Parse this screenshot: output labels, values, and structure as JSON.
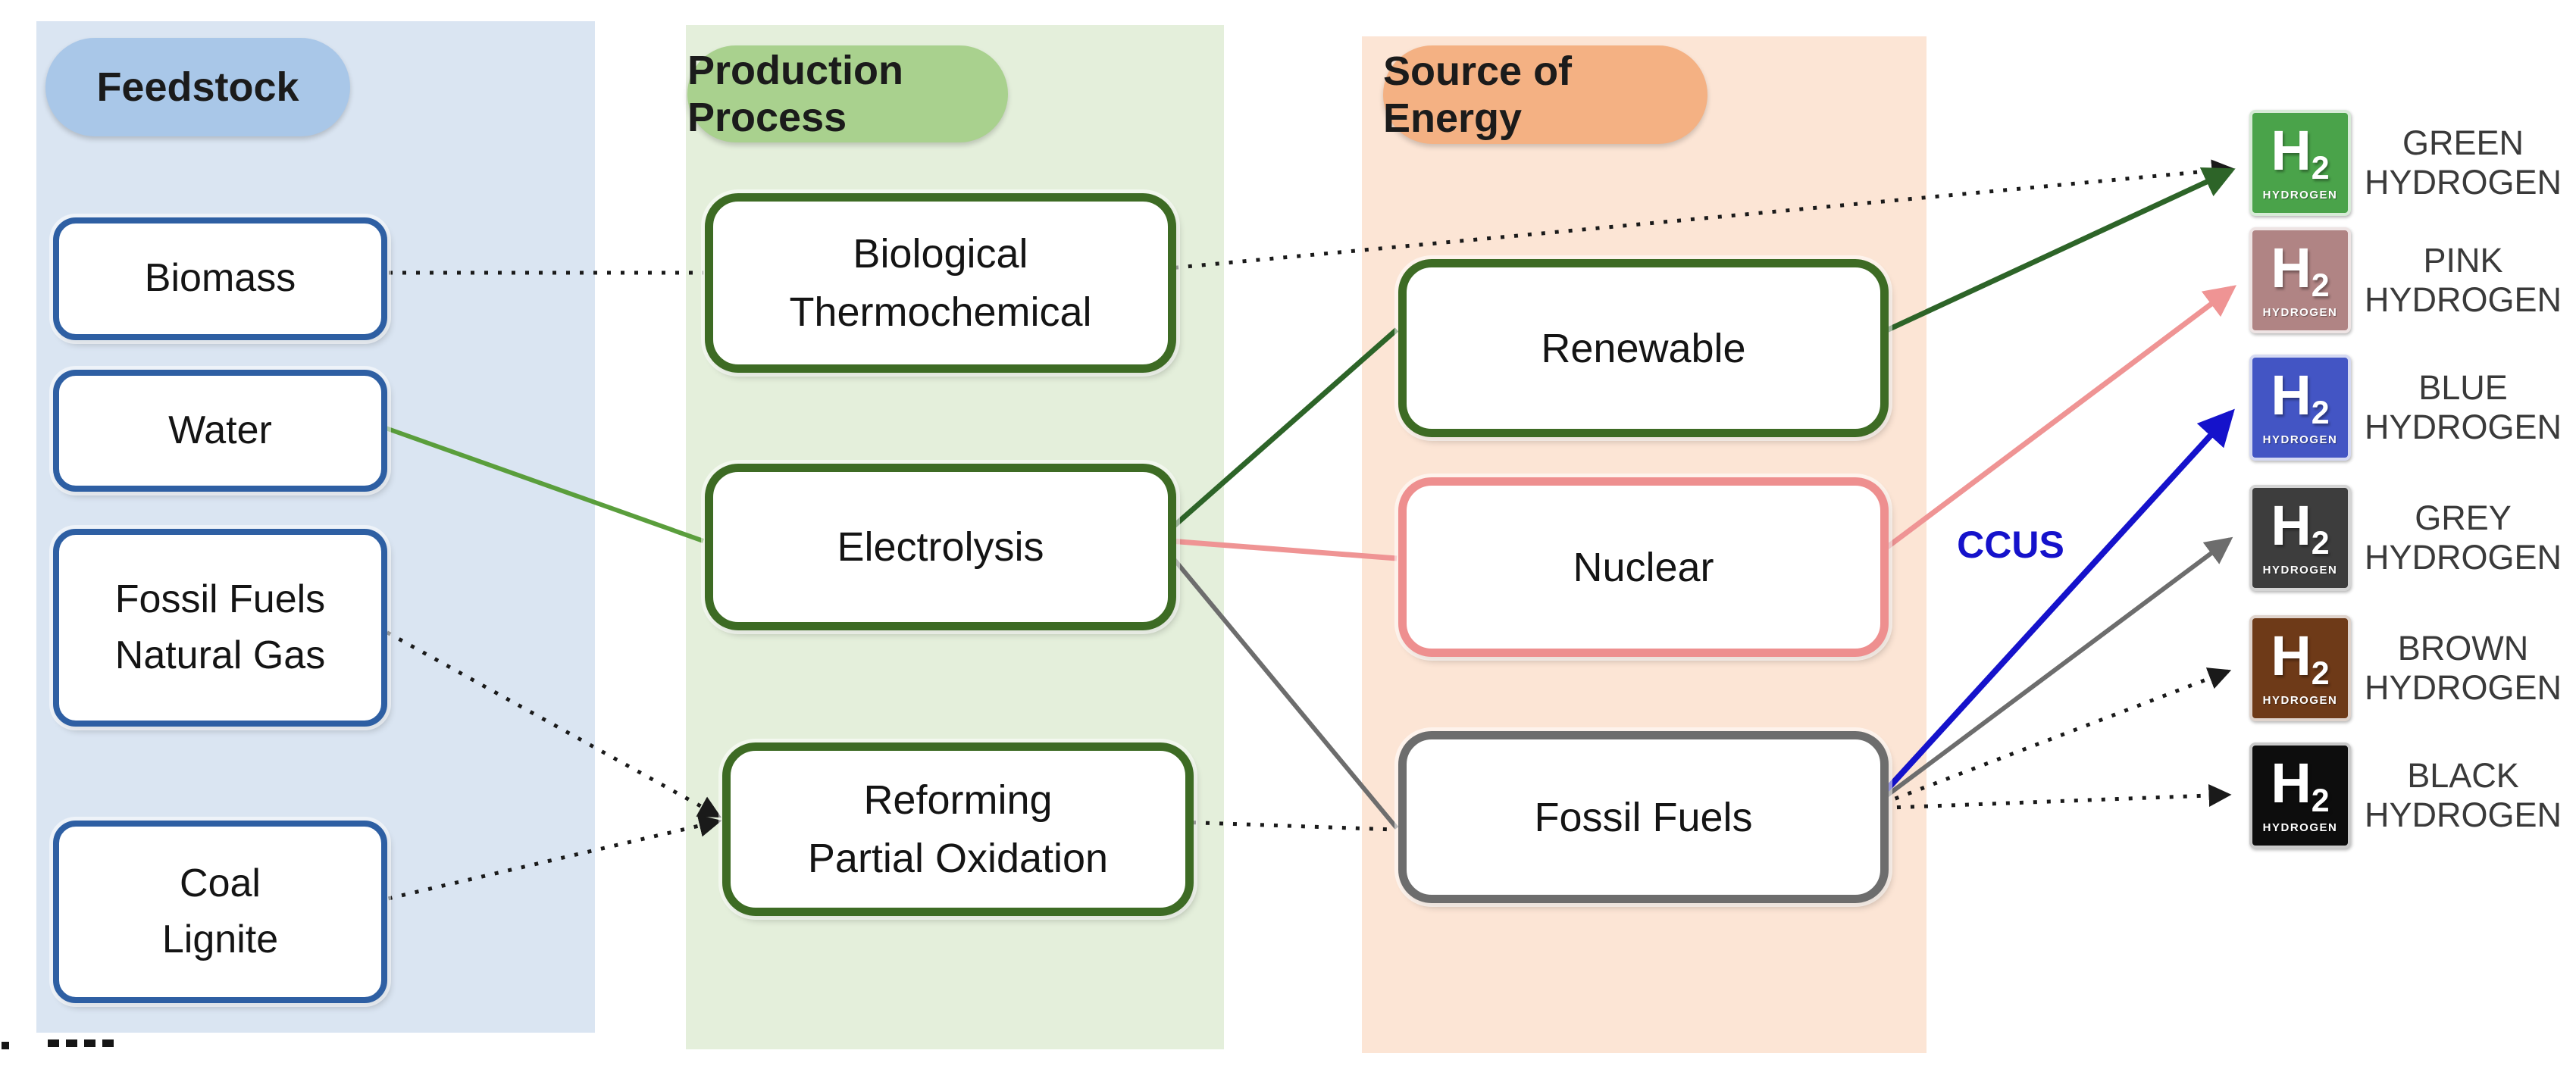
{
  "headers": {
    "feedstock": "Feedstock",
    "production_process": "Production Process",
    "source_of_energy": "Source of Energy"
  },
  "feedstock": {
    "items": [
      "Biomass",
      "Water",
      "Fossil Fuels\nNatural Gas",
      "Coal\nLignite"
    ]
  },
  "processes": {
    "items": [
      "Biological\nThermochemical",
      "Electrolysis",
      "Reforming\nPartial Oxidation"
    ]
  },
  "energy_sources": {
    "items": [
      "Renewable",
      "Nuclear",
      "Fossil Fuels"
    ]
  },
  "ccus_label": "CCUS",
  "hydrogen_badge": {
    "symbol": "H",
    "subscript": "2",
    "caption": "HYDROGEN"
  },
  "hydrogen_types": [
    {
      "label": "GREEN\nHYDROGEN",
      "badge_color": "#4aa34a"
    },
    {
      "label": "PINK\nHYDROGEN",
      "badge_color": "#b08484"
    },
    {
      "label": "BLUE\nHYDROGEN",
      "badge_color": "#4355c4"
    },
    {
      "label": "GREY\nHYDROGEN",
      "badge_color": "#3d3d3d"
    },
    {
      "label": "BROWN\nHYDROGEN",
      "badge_color": "#6e3a18"
    },
    {
      "label": "BLACK\nHYDROGEN",
      "badge_color": "#0d0d0d"
    }
  ],
  "colors": {
    "panel_blue": "#dae5f2",
    "panel_green": "#e4efdb",
    "panel_orange": "#fce5d5",
    "pill_blue": "#a9c7e8",
    "pill_green": "#a9d18e",
    "pill_orange": "#f4b183",
    "border_blue": "#2e5fa3",
    "border_green": "#3d6b24",
    "border_pink": "#ee8f8f",
    "border_grey": "#6d6d6d",
    "line_dotted": "#1a1a1a",
    "line_green_light": "#5a9e3c",
    "line_green_dark": "#2d6428",
    "line_pink": "#ef9494",
    "line_grey": "#6d6d6d",
    "line_blue": "#1512cb",
    "text_dark": "#141414",
    "label_grey": "#3a3a3a",
    "ccus_blue": "#1512cb"
  }
}
